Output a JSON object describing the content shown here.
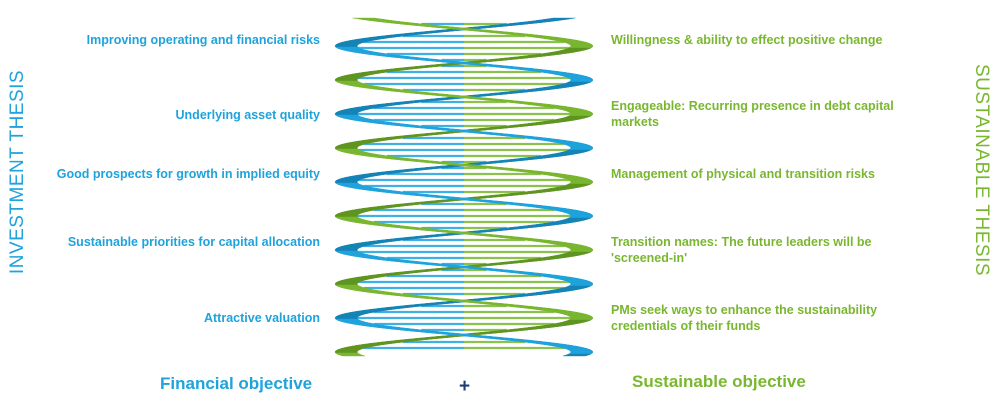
{
  "colors": {
    "blue": "#1ea3dc",
    "green": "#7ab730",
    "dark_blue": "#1d3c70",
    "blue_dark": "#1584b6",
    "green_dark": "#5f9522"
  },
  "left_title": "INVESTMENT THESIS",
  "right_title": "SUSTAINABLE THESIS",
  "left_items": [
    "Improving operating and financial risks",
    "Underlying asset quality",
    "Good prospects for growth in implied equity",
    "Sustainable priorities for capital allocation",
    "Attractive valuation"
  ],
  "right_items": [
    "Willingness & ability to effect positive change",
    "Engageable:  Recurring presence in debt capital markets",
    "Management of physical and transition risks",
    "Transition names:  The future leaders will be 'screened-in'",
    "PMs seek ways to enhance the sustainability credentials of their funds"
  ],
  "bottom": {
    "left": "Financial objective",
    "plus": "+",
    "right": "Sustainable objective"
  }
}
